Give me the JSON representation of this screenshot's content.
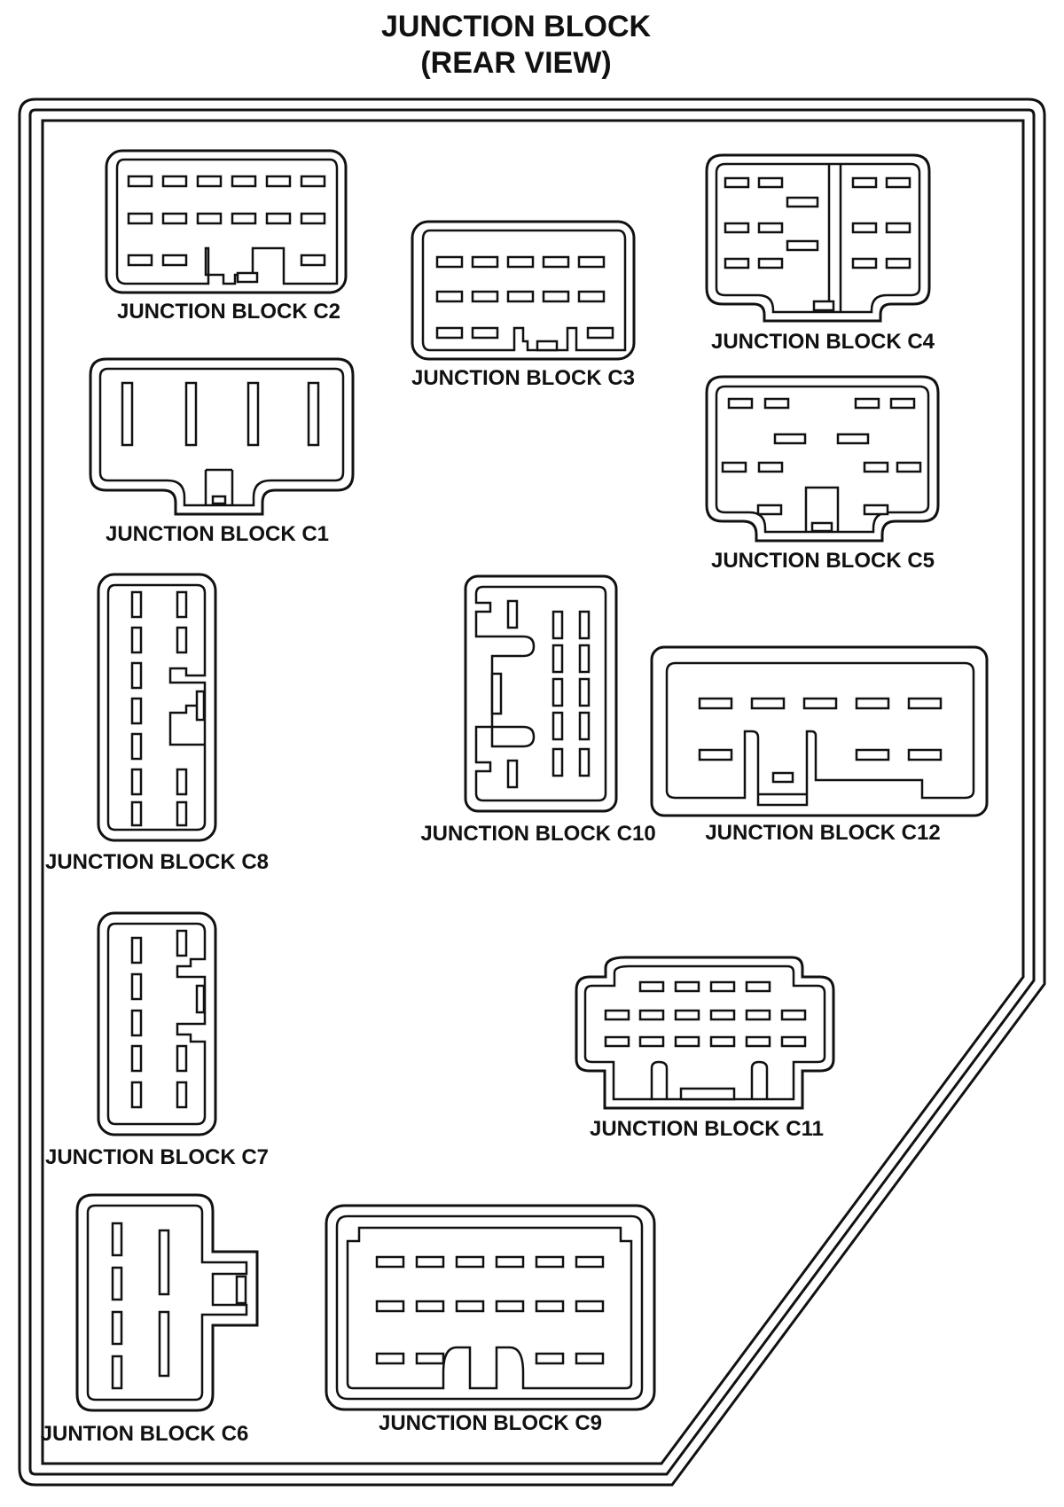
{
  "title": {
    "line1": "JUNCTION BLOCK",
    "line2": "(REAR VIEW)"
  },
  "connectors": {
    "c1": "JUNCTION BLOCK C1",
    "c2": "JUNCTION BLOCK C2",
    "c3": "JUNCTION BLOCK C3",
    "c4": "JUNCTION BLOCK C4",
    "c5": "JUNCTION BLOCK C5",
    "c6": "JUNTION BLOCK C6",
    "c7": "JUNCTION BLOCK C7",
    "c8": "JUNCTION BLOCK C8",
    "c9": "JUNCTION BLOCK C9",
    "c10": "JUNCTION BLOCK C10",
    "c11": "JUNCTION BLOCK C11",
    "c12": "JUNCTION BLOCK C12"
  }
}
